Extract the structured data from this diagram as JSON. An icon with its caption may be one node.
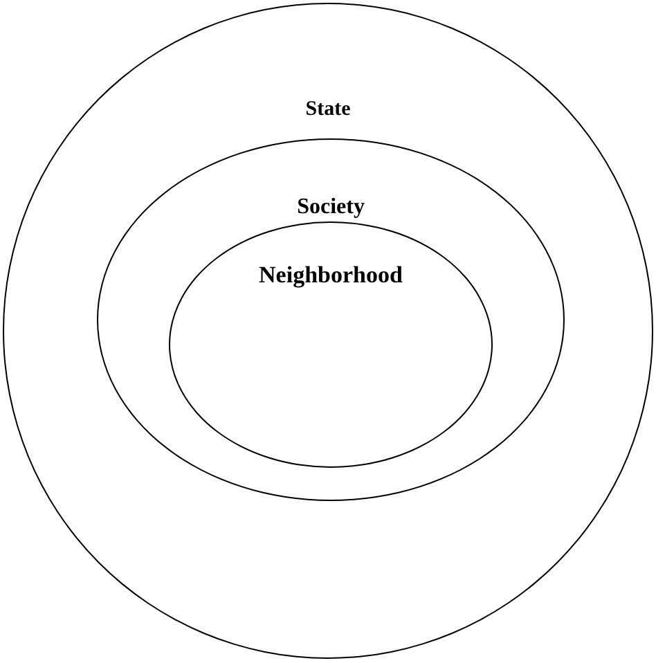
{
  "diagram": {
    "nodes": [
      {
        "text": [
          "State"
        ]
      },
      {
        "text": [
          "Society"
        ],
        "in": 0
      },
      {
        "text": [
          "Neighborhood"
        ],
        "in": 1
      }
    ]
  }
}
